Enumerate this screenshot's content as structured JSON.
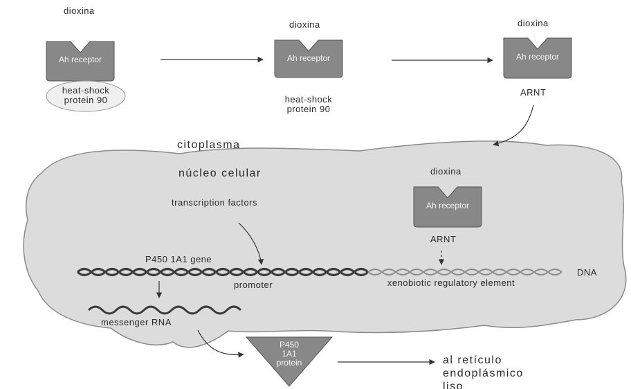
{
  "top_row": {
    "step1": {
      "ligand": "dioxina",
      "receptor": "Ah receptor",
      "chaperone": "heat-shock protein 90"
    },
    "step2": {
      "ligand": "dioxina",
      "receptor": "Ah receptor",
      "chaperone": "heat-shock protein 90"
    },
    "step3": {
      "ligand": "dioxina",
      "receptor": "Ah receptor",
      "partner": "ARNT"
    }
  },
  "compartments": {
    "cytoplasm": "citoplasma",
    "nucleus": "núcleo celular"
  },
  "nucleus_content": {
    "transcription_factors": "transcription factors",
    "complex": {
      "ligand": "dioxina",
      "receptor": "Ah receptor",
      "partner": "ARNT"
    },
    "gene_label": "P450 1A1 gene",
    "promoter_label": "promoter",
    "xre_label": "xenobiotic regulatory element",
    "dna_label": "DNA",
    "mrna_label": "messenger RNA"
  },
  "product": {
    "protein": "P450 1A1 protein",
    "destination_lines": [
      "al retículo",
      "endoplásmico",
      "liso"
    ]
  }
}
